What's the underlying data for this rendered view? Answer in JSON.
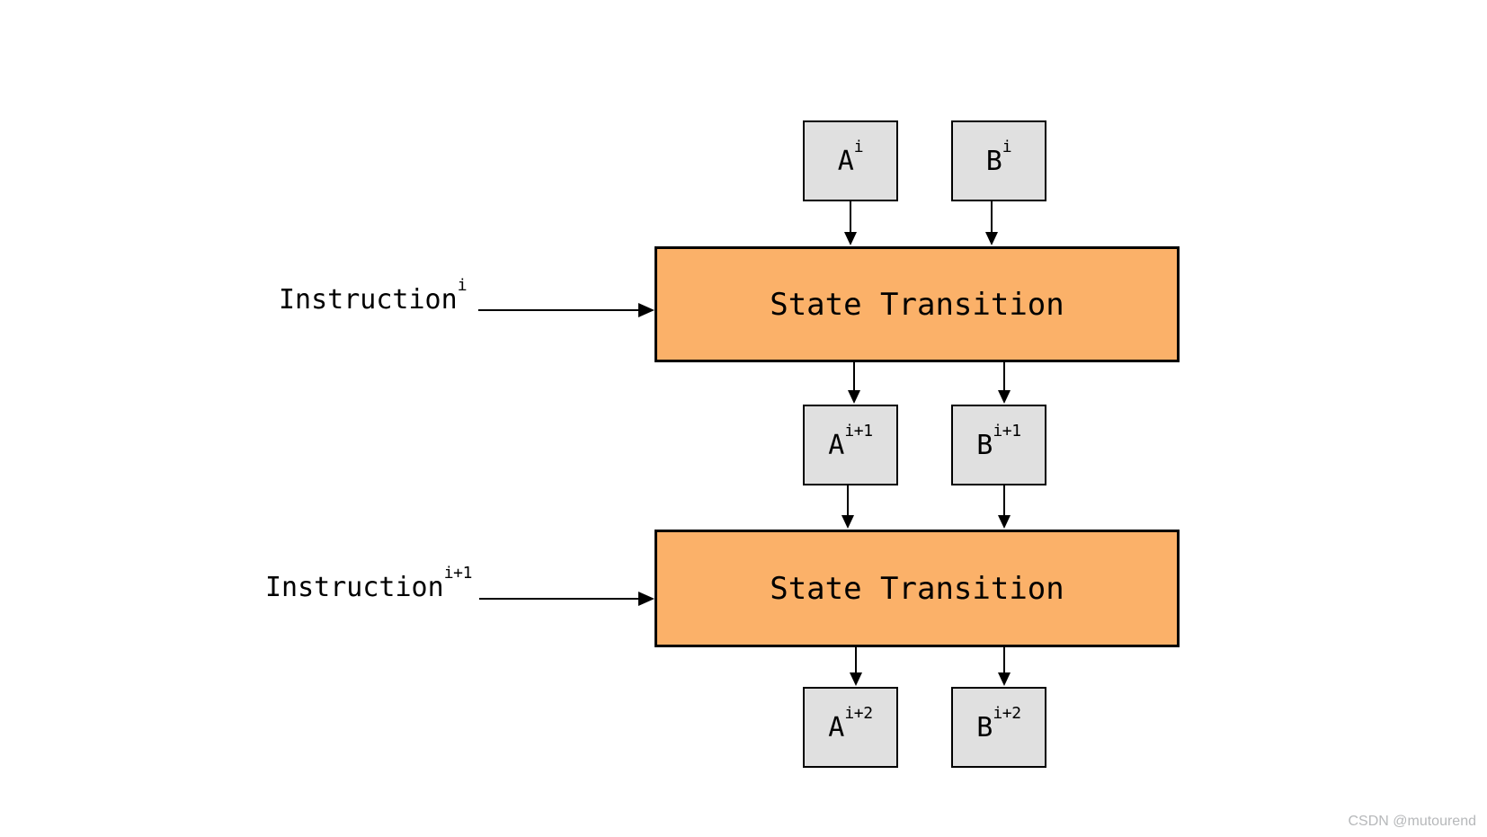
{
  "nodes": {
    "a_i": {
      "base": "A",
      "sup": "i"
    },
    "b_i": {
      "base": "B",
      "sup": "i"
    },
    "a_i1": {
      "base": "A",
      "sup": "i+1"
    },
    "b_i1": {
      "base": "B",
      "sup": "i+1"
    },
    "a_i2": {
      "base": "A",
      "sup": "i+2"
    },
    "b_i2": {
      "base": "B",
      "sup": "i+2"
    },
    "state1": {
      "label": "State Transition"
    },
    "state2": {
      "label": "State Transition"
    }
  },
  "labels": {
    "instr1": {
      "base": "Instruction",
      "sup": "i"
    },
    "instr2": {
      "base": "Instruction",
      "sup": "i+1"
    }
  },
  "watermark": "CSDN @mutourend",
  "colors": {
    "state_box_fill": "#FBB169",
    "node_box_fill": "#E0E0E0",
    "border": "#000000",
    "arrow": "#000000",
    "watermark_text": "#B6B8BA",
    "background": "#FFFFFF"
  }
}
